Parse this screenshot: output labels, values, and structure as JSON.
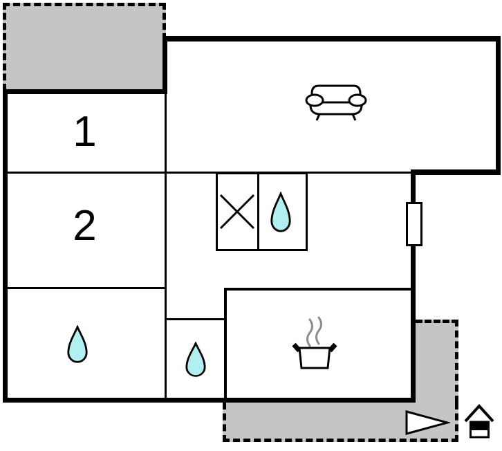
{
  "floor_plan": {
    "room_labels": {
      "room_1": "1",
      "room_2": "2"
    },
    "icons": {
      "sofa": "sofa-icon",
      "wardrobe_cross": "wardrobe-x-icon",
      "water_drop": "water-drop-icon",
      "cooking_pot": "cooking-pot-icon",
      "window": "window-marker",
      "direction_arrow": "direction-arrow-icon",
      "house": "house-icon"
    },
    "colors": {
      "wall": "#000000",
      "terrace_fill": "#c5c5c5",
      "water_fill": "#b0f0f0",
      "pot_steam": "#8c8c8c",
      "floor_fill": "#ffffff"
    }
  }
}
